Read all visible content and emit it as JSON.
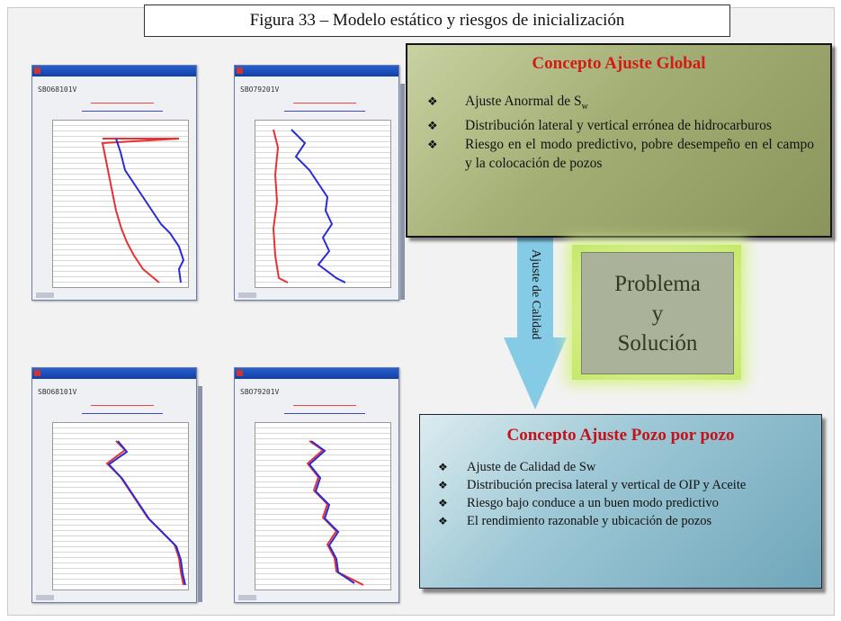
{
  "figure": {
    "title": "Figura 33 – Modelo estático y riesgos de inicialización"
  },
  "global_box": {
    "title": "Concepto Ajuste Global",
    "item1_prefix": "Ajuste Anormal de S",
    "item1_sub": "w",
    "item2": "Distribución lateral y vertical errónea de hidrocarburos",
    "item3": "Riesgo en el modo predictivo, pobre desempeño en el campo y la colocación de pozos"
  },
  "arrow": {
    "label": "Ajuste de Calidad"
  },
  "center_box": {
    "line1": "Problema",
    "line2": "y",
    "line3": "Solución"
  },
  "well_box": {
    "title": "Concepto Ajuste Pozo por pozo",
    "items": [
      "Ajuste de Calidad de Sw",
      "Distribución precisa lateral y vertical de OIP y Aceite",
      "Riesgo bajo conduce a un buen modo predictivo",
      "El rendimiento razonable y ubicación de pozos"
    ]
  },
  "colors": {
    "title_red": "#d01c14",
    "curve_red": "#e63232",
    "curve_blue": "#2b2bd6",
    "green_box": "#a3ae74",
    "blue_box": "#9ec8d6",
    "arrow": "#86cbe6",
    "glow": "#d6f08a"
  },
  "icons": {
    "bullet": "diamond-bullet-icon"
  },
  "log_panels": [
    {
      "name": "initial-left",
      "well": "SBO68101V"
    },
    {
      "name": "initial-right",
      "well": "SBO79201V"
    },
    {
      "name": "adjusted-left",
      "well": "SBO68101V"
    },
    {
      "name": "adjusted-right",
      "well": "SBO79201V"
    }
  ]
}
